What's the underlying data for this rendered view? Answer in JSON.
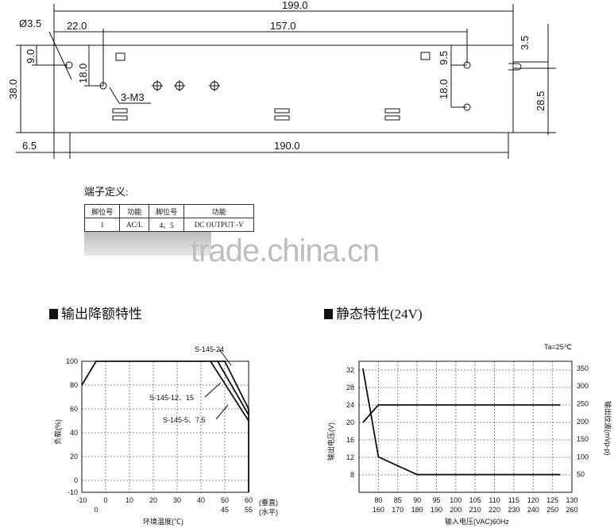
{
  "drawing": {
    "overall_width": "199.0",
    "hole_offset": "22.0",
    "hole_span": "157.0",
    "hole_diameter": "Ø3.5",
    "top_edge_offset": "9.0",
    "hole_vertical": "18.0",
    "height": "38.0",
    "screw_label": "3-M3",
    "right_top_offset": "3.5",
    "right_hole_offset": "9.5",
    "right_vertical": "18.0",
    "right_height": "28.5",
    "bottom_offset": "6.5",
    "bottom_span": "190.0"
  },
  "pin_table": {
    "caption": "端子定义:",
    "headers": [
      "脚位号",
      "功能",
      "脚位号",
      "功能"
    ],
    "rows": [
      [
        "1",
        "AC/L",
        "4、5",
        "DC OUTPUT -V"
      ]
    ]
  },
  "watermark": "trade.china.cn",
  "derating": {
    "title": "输出降额特性",
    "ylabel": "负载(%)",
    "xlabel": "环境温度(℃)",
    "x_ticks_top": [
      "-10",
      "0",
      "10",
      "20",
      "30",
      "40",
      "50",
      "60"
    ],
    "x_ticks_bottom": [
      "0",
      "45",
      "55"
    ],
    "x_suffix_top": "(垂直)",
    "x_suffix_bottom": "(水平)",
    "y_ticks": [
      "100",
      "80",
      "60",
      "40",
      "20",
      "0",
      "-10"
    ],
    "labels": [
      "S-145-24",
      "S-145-12、15",
      "S-145-5、7.5"
    ]
  },
  "static": {
    "title": "静态特性(24V)",
    "condition": "Ta=25℃",
    "ylabel_left": "输出电压(V)",
    "ylabel_right": "输出纹波(mVp-p)",
    "xlabel": "输入电压(VAC)60Hz",
    "y_left_ticks": [
      "32",
      "28",
      "24",
      "20",
      "16",
      "12",
      "8"
    ],
    "y_right_ticks": [
      "350",
      "300",
      "250",
      "200",
      "150",
      "100",
      "50"
    ],
    "x_ticks_top": [
      "80",
      "85",
      "90",
      "95",
      "100",
      "105",
      "110",
      "115",
      "120",
      "125",
      "130"
    ],
    "x_ticks_bottom": [
      "160",
      "170",
      "180",
      "190",
      "200",
      "210",
      "220",
      "230",
      "240",
      "250",
      "260"
    ]
  },
  "chart_data": [
    {
      "type": "line",
      "title": "输出降额特性",
      "xlabel": "环境温度(℃)",
      "ylabel": "负载(%)",
      "xlim": [
        -10,
        60
      ],
      "ylim": [
        -10,
        100
      ],
      "series": [
        {
          "name": "S-145-24",
          "x": [
            -10,
            -4,
            50,
            60,
            60
          ],
          "y": [
            80,
            100,
            100,
            60,
            -10
          ]
        },
        {
          "name": "S-145-12、15",
          "x": [
            47,
            60
          ],
          "y": [
            100,
            55
          ]
        },
        {
          "name": "S-145-5、7.5",
          "x": [
            44,
            60
          ],
          "y": [
            100,
            50
          ]
        }
      ]
    },
    {
      "type": "line",
      "title": "静态特性(24V)",
      "xlabel": "输入电压(VAC)60Hz",
      "ylabel": "输出电压(V)",
      "xlim": [
        75,
        130
      ],
      "ylim_left": [
        4,
        34
      ],
      "ylim_right": [
        0,
        370
      ],
      "series": [
        {
          "name": "输出电压(V)",
          "axis": "left",
          "x": [
            76,
            80,
            127
          ],
          "y": [
            20,
            24,
            24
          ]
        },
        {
          "name": "输出纹波(mVp-p)",
          "axis": "right",
          "x": [
            76,
            80,
            90,
            127
          ],
          "y": [
            350,
            100,
            50,
            50
          ]
        }
      ]
    }
  ]
}
